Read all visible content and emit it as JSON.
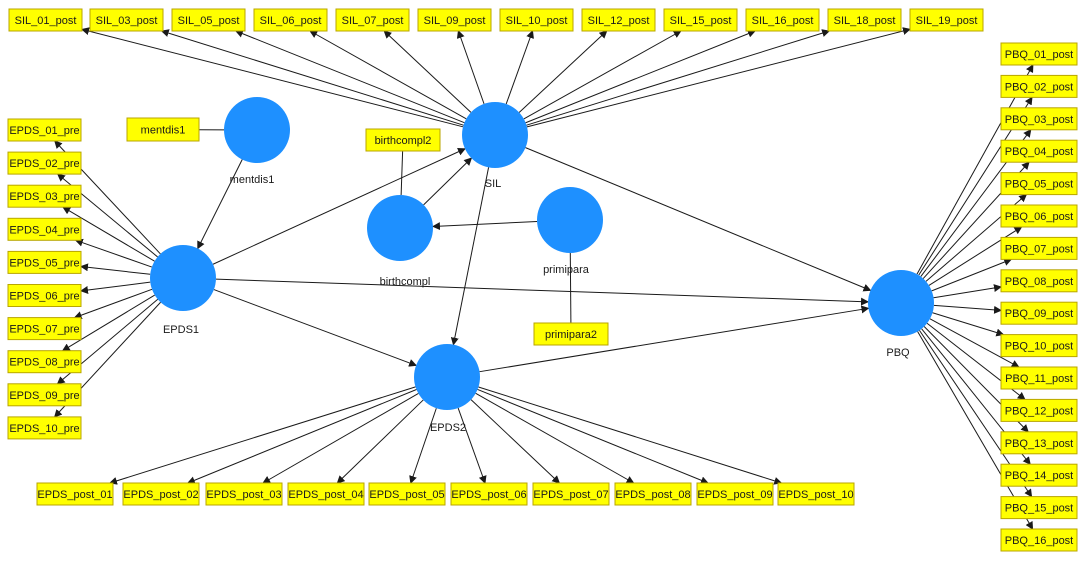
{
  "style": {
    "indicator_fill": "#ffff00",
    "indicator_border": "#b8a600",
    "latent_fill": "#1e90ff",
    "edge_color": "#1a1a1a",
    "label_color": "#1a1a1a"
  },
  "latents": [
    {
      "id": "SIL",
      "label": "SIL",
      "icon": "circle"
    },
    {
      "id": "mentdis1",
      "label": "mentdis1",
      "icon": "circle"
    },
    {
      "id": "EPDS1",
      "label": "EPDS1",
      "icon": "circle"
    },
    {
      "id": "birthcompl",
      "label": "birthcompl",
      "icon": "circle"
    },
    {
      "id": "primipara",
      "label": "primipara",
      "icon": "circle"
    },
    {
      "id": "EPDS2",
      "label": "EPDS2",
      "icon": "circle"
    },
    {
      "id": "PBQ",
      "label": "PBQ",
      "icon": "circle"
    }
  ],
  "indicators": [
    {
      "id": "SIL_01_post",
      "label": "SIL_01_post"
    },
    {
      "id": "SIL_03_post",
      "label": "SIL_03_post"
    },
    {
      "id": "SIL_05_post",
      "label": "SIL_05_post"
    },
    {
      "id": "SIL_06_post",
      "label": "SIL_06_post"
    },
    {
      "id": "SIL_07_post",
      "label": "SIL_07_post"
    },
    {
      "id": "SIL_09_post",
      "label": "SIL_09_post"
    },
    {
      "id": "SIL_10_post",
      "label": "SIL_10_post"
    },
    {
      "id": "SIL_12_post",
      "label": "SIL_12_post"
    },
    {
      "id": "SIL_15_post",
      "label": "SIL_15_post"
    },
    {
      "id": "SIL_16_post",
      "label": "SIL_16_post"
    },
    {
      "id": "SIL_18_post",
      "label": "SIL_18_post"
    },
    {
      "id": "SIL_19_post",
      "label": "SIL_19_post"
    },
    {
      "id": "mentdis1_ind",
      "label": "mentdis1"
    },
    {
      "id": "birthcompl2",
      "label": "birthcompl2"
    },
    {
      "id": "primipara2",
      "label": "primipara2"
    },
    {
      "id": "EPDS_01_pre",
      "label": "EPDS_01_pre"
    },
    {
      "id": "EPDS_02_pre",
      "label": "EPDS_02_pre"
    },
    {
      "id": "EPDS_03_pre",
      "label": "EPDS_03_pre"
    },
    {
      "id": "EPDS_04_pre",
      "label": "EPDS_04_pre"
    },
    {
      "id": "EPDS_05_pre",
      "label": "EPDS_05_pre"
    },
    {
      "id": "EPDS_06_pre",
      "label": "EPDS_06_pre"
    },
    {
      "id": "EPDS_07_pre",
      "label": "EPDS_07_pre"
    },
    {
      "id": "EPDS_08_pre",
      "label": "EPDS_08_pre"
    },
    {
      "id": "EPDS_09_pre",
      "label": "EPDS_09_pre"
    },
    {
      "id": "EPDS_10_pre",
      "label": "EPDS_10_pre"
    },
    {
      "id": "EPDS_post_01",
      "label": "EPDS_post_01"
    },
    {
      "id": "EPDS_post_02",
      "label": "EPDS_post_02"
    },
    {
      "id": "EPDS_post_03",
      "label": "EPDS_post_03"
    },
    {
      "id": "EPDS_post_04",
      "label": "EPDS_post_04"
    },
    {
      "id": "EPDS_post_05",
      "label": "EPDS_post_05"
    },
    {
      "id": "EPDS_post_06",
      "label": "EPDS_post_06"
    },
    {
      "id": "EPDS_post_07",
      "label": "EPDS_post_07"
    },
    {
      "id": "EPDS_post_08",
      "label": "EPDS_post_08"
    },
    {
      "id": "EPDS_post_09",
      "label": "EPDS_post_09"
    },
    {
      "id": "EPDS_post_10",
      "label": "EPDS_post_10"
    },
    {
      "id": "PBQ_01_post",
      "label": "PBQ_01_post"
    },
    {
      "id": "PBQ_02_post",
      "label": "PBQ_02_post"
    },
    {
      "id": "PBQ_03_post",
      "label": "PBQ_03_post"
    },
    {
      "id": "PBQ_04_post",
      "label": "PBQ_04_post"
    },
    {
      "id": "PBQ_05_post",
      "label": "PBQ_05_post"
    },
    {
      "id": "PBQ_06_post",
      "label": "PBQ_06_post"
    },
    {
      "id": "PBQ_07_post",
      "label": "PBQ_07_post"
    },
    {
      "id": "PBQ_08_post",
      "label": "PBQ_08_post"
    },
    {
      "id": "PBQ_09_post",
      "label": "PBQ_09_post"
    },
    {
      "id": "PBQ_10_post",
      "label": "PBQ_10_post"
    },
    {
      "id": "PBQ_11_post",
      "label": "PBQ_11_post"
    },
    {
      "id": "PBQ_12_post",
      "label": "PBQ_12_post"
    },
    {
      "id": "PBQ_13_post",
      "label": "PBQ_13_post"
    },
    {
      "id": "PBQ_14_post",
      "label": "PBQ_14_post"
    },
    {
      "id": "PBQ_15_post",
      "label": "PBQ_15_post"
    },
    {
      "id": "PBQ_16_post",
      "label": "PBQ_16_post"
    }
  ],
  "edges": [
    {
      "from": "SIL",
      "to": "SIL_01_post",
      "arrow": true
    },
    {
      "from": "SIL",
      "to": "SIL_03_post",
      "arrow": true
    },
    {
      "from": "SIL",
      "to": "SIL_05_post",
      "arrow": true
    },
    {
      "from": "SIL",
      "to": "SIL_06_post",
      "arrow": true
    },
    {
      "from": "SIL",
      "to": "SIL_07_post",
      "arrow": true
    },
    {
      "from": "SIL",
      "to": "SIL_09_post",
      "arrow": true
    },
    {
      "from": "SIL",
      "to": "SIL_10_post",
      "arrow": true
    },
    {
      "from": "SIL",
      "to": "SIL_12_post",
      "arrow": true
    },
    {
      "from": "SIL",
      "to": "SIL_15_post",
      "arrow": true
    },
    {
      "from": "SIL",
      "to": "SIL_16_post",
      "arrow": true
    },
    {
      "from": "SIL",
      "to": "SIL_18_post",
      "arrow": true
    },
    {
      "from": "SIL",
      "to": "SIL_19_post",
      "arrow": true
    },
    {
      "from": "mentdis1_ind",
      "to": "mentdis1",
      "arrow": false
    },
    {
      "from": "birthcompl2",
      "to": "birthcompl",
      "arrow": false
    },
    {
      "from": "primipara2",
      "to": "primipara",
      "arrow": false
    },
    {
      "from": "EPDS1",
      "to": "EPDS_01_pre",
      "arrow": true
    },
    {
      "from": "EPDS1",
      "to": "EPDS_02_pre",
      "arrow": true
    },
    {
      "from": "EPDS1",
      "to": "EPDS_03_pre",
      "arrow": true
    },
    {
      "from": "EPDS1",
      "to": "EPDS_04_pre",
      "arrow": true
    },
    {
      "from": "EPDS1",
      "to": "EPDS_05_pre",
      "arrow": true
    },
    {
      "from": "EPDS1",
      "to": "EPDS_06_pre",
      "arrow": true
    },
    {
      "from": "EPDS1",
      "to": "EPDS_07_pre",
      "arrow": true
    },
    {
      "from": "EPDS1",
      "to": "EPDS_08_pre",
      "arrow": true
    },
    {
      "from": "EPDS1",
      "to": "EPDS_09_pre",
      "arrow": true
    },
    {
      "from": "EPDS1",
      "to": "EPDS_10_pre",
      "arrow": true
    },
    {
      "from": "EPDS2",
      "to": "EPDS_post_01",
      "arrow": true
    },
    {
      "from": "EPDS2",
      "to": "EPDS_post_02",
      "arrow": true
    },
    {
      "from": "EPDS2",
      "to": "EPDS_post_03",
      "arrow": true
    },
    {
      "from": "EPDS2",
      "to": "EPDS_post_04",
      "arrow": true
    },
    {
      "from": "EPDS2",
      "to": "EPDS_post_05",
      "arrow": true
    },
    {
      "from": "EPDS2",
      "to": "EPDS_post_06",
      "arrow": true
    },
    {
      "from": "EPDS2",
      "to": "EPDS_post_07",
      "arrow": true
    },
    {
      "from": "EPDS2",
      "to": "EPDS_post_08",
      "arrow": true
    },
    {
      "from": "EPDS2",
      "to": "EPDS_post_09",
      "arrow": true
    },
    {
      "from": "EPDS2",
      "to": "EPDS_post_10",
      "arrow": true
    },
    {
      "from": "PBQ",
      "to": "PBQ_01_post",
      "arrow": true
    },
    {
      "from": "PBQ",
      "to": "PBQ_02_post",
      "arrow": true
    },
    {
      "from": "PBQ",
      "to": "PBQ_03_post",
      "arrow": true
    },
    {
      "from": "PBQ",
      "to": "PBQ_04_post",
      "arrow": true
    },
    {
      "from": "PBQ",
      "to": "PBQ_05_post",
      "arrow": true
    },
    {
      "from": "PBQ",
      "to": "PBQ_06_post",
      "arrow": true
    },
    {
      "from": "PBQ",
      "to": "PBQ_07_post",
      "arrow": true
    },
    {
      "from": "PBQ",
      "to": "PBQ_08_post",
      "arrow": true
    },
    {
      "from": "PBQ",
      "to": "PBQ_09_post",
      "arrow": true
    },
    {
      "from": "PBQ",
      "to": "PBQ_10_post",
      "arrow": true
    },
    {
      "from": "PBQ",
      "to": "PBQ_11_post",
      "arrow": true
    },
    {
      "from": "PBQ",
      "to": "PBQ_12_post",
      "arrow": true
    },
    {
      "from": "PBQ",
      "to": "PBQ_13_post",
      "arrow": true
    },
    {
      "from": "PBQ",
      "to": "PBQ_14_post",
      "arrow": true
    },
    {
      "from": "PBQ",
      "to": "PBQ_15_post",
      "arrow": true
    },
    {
      "from": "PBQ",
      "to": "PBQ_16_post",
      "arrow": true
    },
    {
      "from": "mentdis1",
      "to": "EPDS1",
      "arrow": true
    },
    {
      "from": "EPDS1",
      "to": "SIL",
      "arrow": true
    },
    {
      "from": "EPDS1",
      "to": "PBQ",
      "arrow": true
    },
    {
      "from": "EPDS1",
      "to": "EPDS2",
      "arrow": true
    },
    {
      "from": "birthcompl",
      "to": "SIL",
      "arrow": true
    },
    {
      "from": "primipara",
      "to": "birthcompl",
      "arrow": true
    },
    {
      "from": "SIL",
      "to": "PBQ",
      "arrow": true
    },
    {
      "from": "SIL",
      "to": "EPDS2",
      "arrow": true
    },
    {
      "from": "EPDS2",
      "to": "PBQ",
      "arrow": true
    }
  ]
}
